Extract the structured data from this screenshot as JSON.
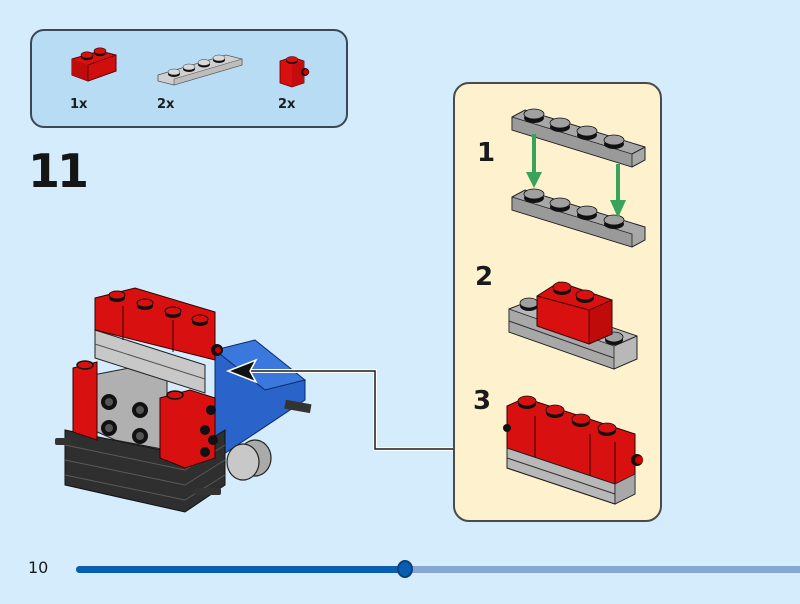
{
  "parts_list": {
    "items": [
      {
        "part": "red-brick-1x2",
        "quantity": "1x"
      },
      {
        "part": "gray-plate-1x4",
        "quantity": "2x"
      },
      {
        "part": "red-brick-1x1-with-side-stud",
        "quantity": "2x"
      }
    ]
  },
  "step": {
    "number": "11"
  },
  "sub_steps": [
    {
      "number": "1"
    },
    {
      "number": "2"
    },
    {
      "number": "3"
    }
  ],
  "footer": {
    "page_number": "10",
    "progress": 0.454
  },
  "colors": {
    "background": "#d4ecfb",
    "parts_box": "#b7dcf4",
    "sub_panel": "#fdf2cd",
    "brick_red": "#d8100f",
    "plate_gray": "#a8a8a8",
    "model_blue": "#2a63c9",
    "arrow_green": "#3aa35b",
    "progress_fill": "#0a5eb1",
    "progress_track": "#86a7d6"
  }
}
